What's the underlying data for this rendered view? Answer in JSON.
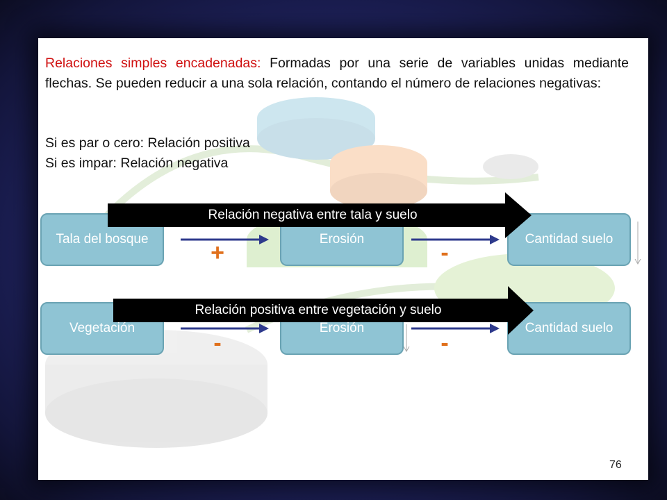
{
  "slide": {
    "intro_highlight": "Relaciones simples encadenadas:",
    "intro_rest": " Formadas por una serie de variables unidas mediante flechas. Se pueden reducir a una sola relación, contando el número de relaciones negativas:",
    "rule_even": "Si es par o cero: Relación positiva",
    "rule_odd": "Si es impar: Relación negativa",
    "page_number": "76"
  },
  "chain1": {
    "node_a": "Tala del bosque",
    "node_b": "Erosión",
    "node_c": "Cantidad suelo",
    "sign_ab": "+",
    "sign_bc": "-",
    "banner": "Relación negativa entre tala y suelo"
  },
  "chain2": {
    "node_a": "Vegetación",
    "node_b": "Erosión",
    "node_c": "Cantidad suelo",
    "sign_ab": "-",
    "sign_bc": "-",
    "banner": "Relación positiva entre vegetación y suelo"
  },
  "colors": {
    "node_fill": "#8fc4d4",
    "sign": "#e0701c",
    "arrow": "#2e3a8c",
    "highlight": "#d01010",
    "banner": "#000000"
  }
}
